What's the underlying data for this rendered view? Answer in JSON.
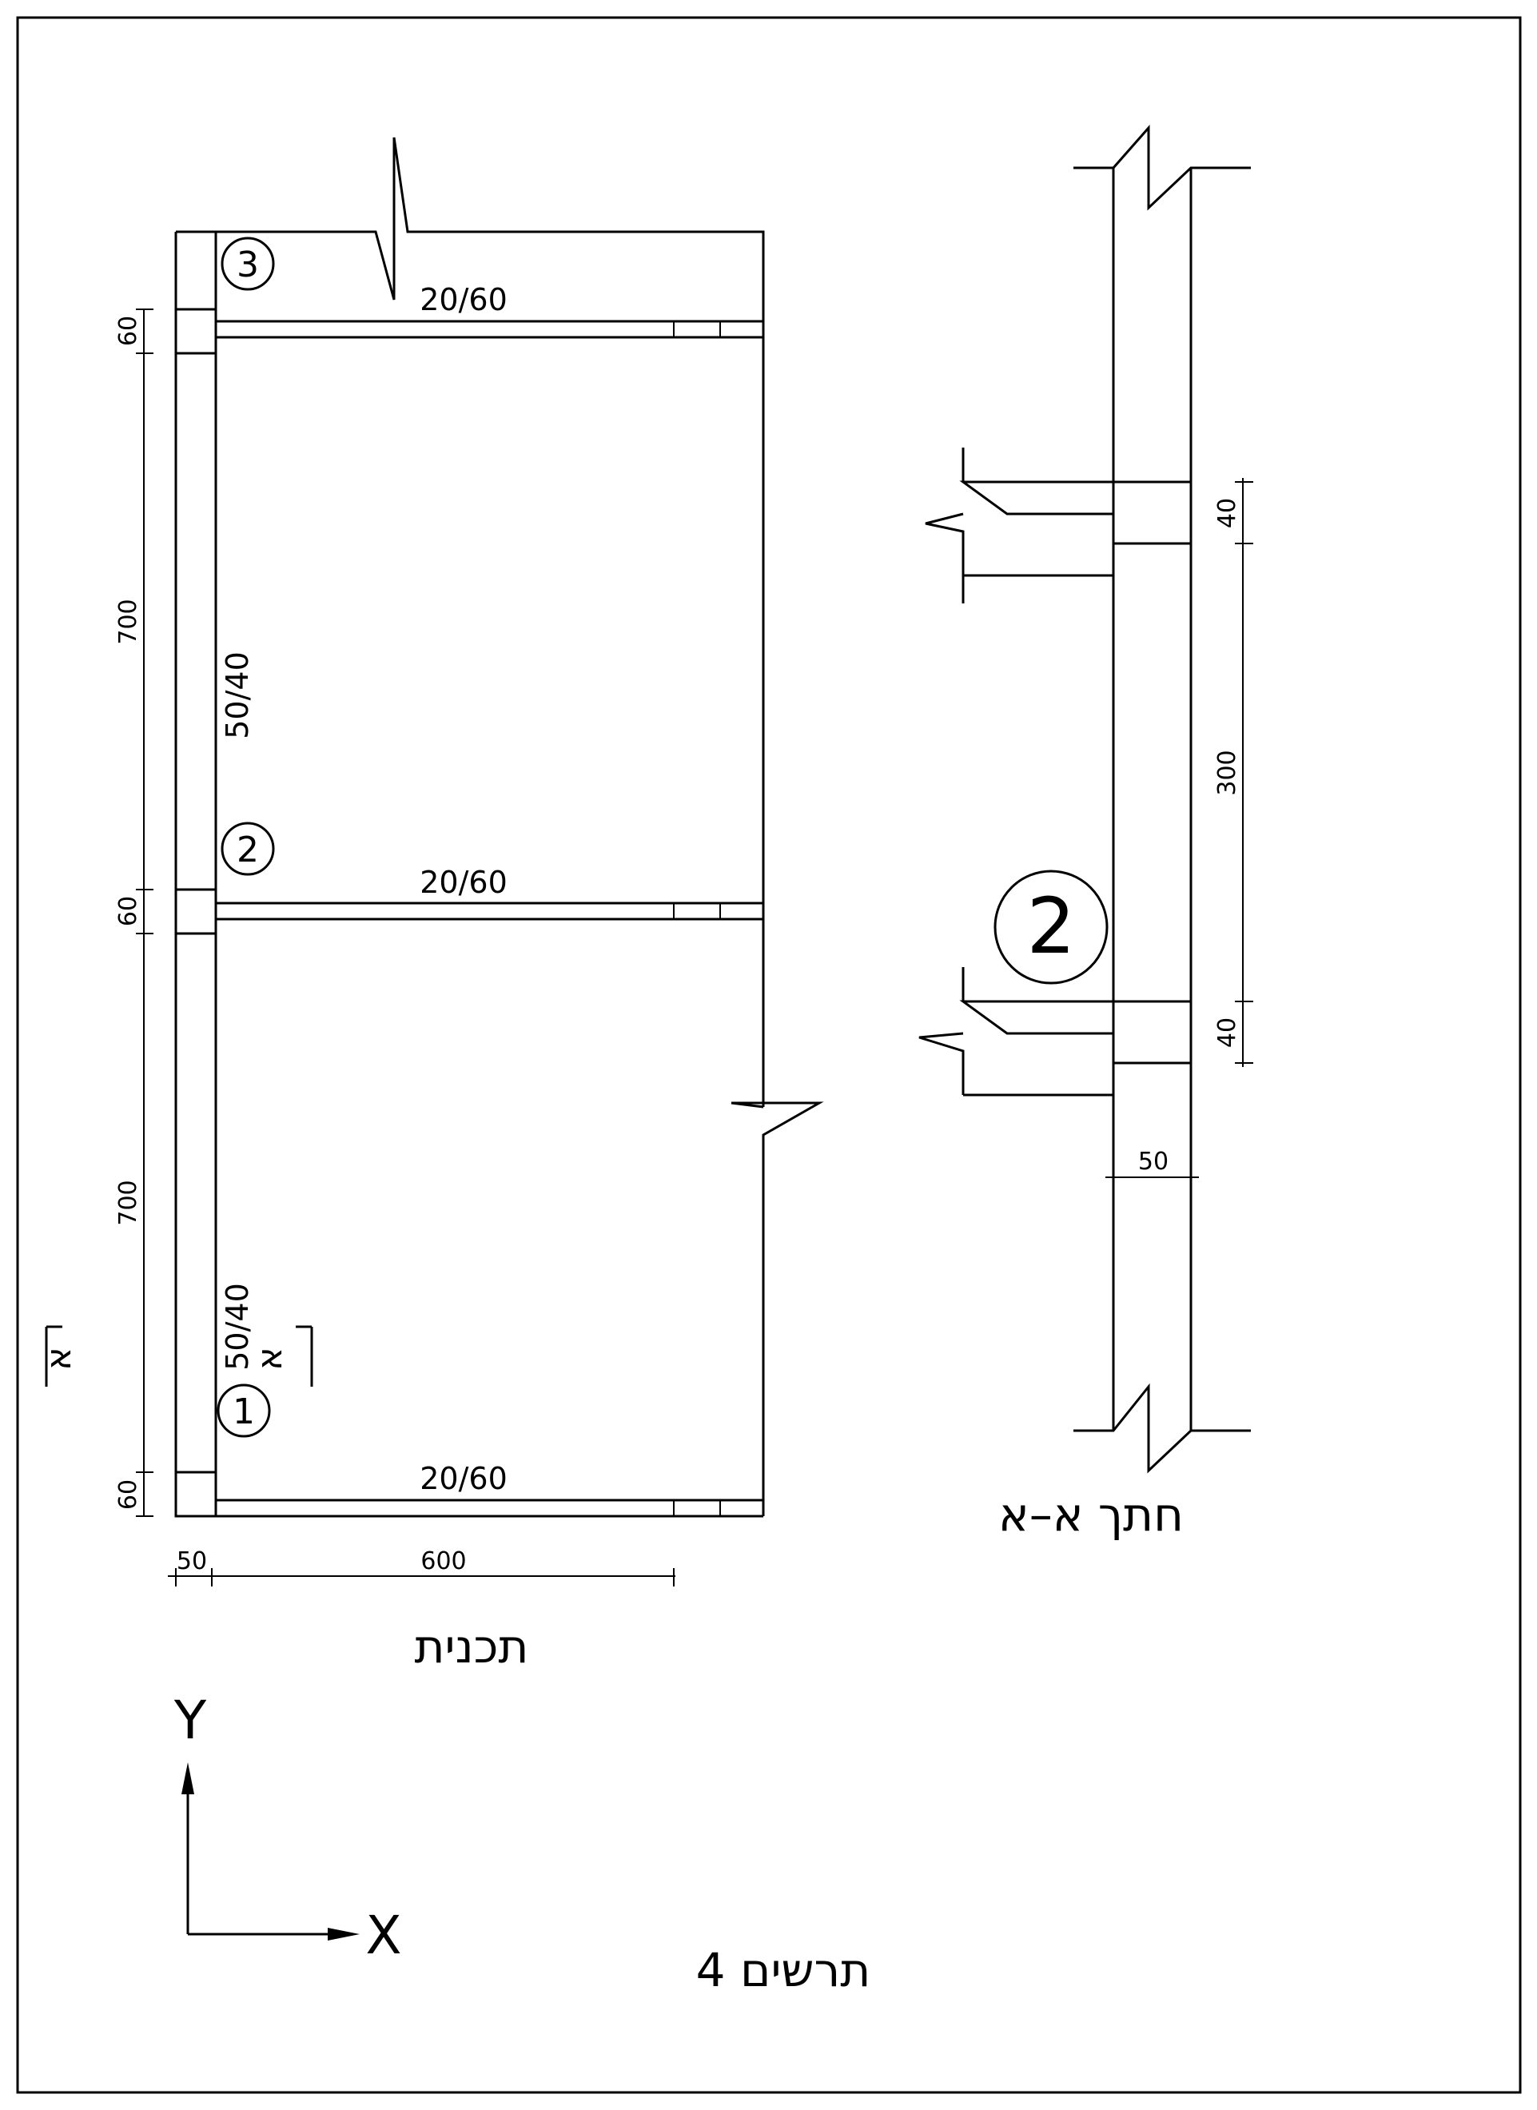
{
  "plan": {
    "title": "תכנית",
    "beam_labels": [
      "20/60",
      "20/60",
      "20/60"
    ],
    "wall_labels": [
      "50/40",
      "50/40"
    ],
    "axis_numbers": [
      "3",
      "2",
      "1"
    ],
    "section_mark": "א",
    "dims_vertical": [
      "60",
      "700",
      "60",
      "700",
      "60"
    ],
    "dims_horizontal": [
      "50",
      "600"
    ]
  },
  "section": {
    "title": "חתך א–א",
    "axis_number": "2",
    "dims": [
      "40",
      "300",
      "40"
    ],
    "width_dim": "50"
  },
  "axes": {
    "x": "X",
    "y": "Y"
  },
  "figure_caption": "תרשים 4",
  "colors": {
    "stroke": "#000000",
    "background": "#ffffff"
  }
}
